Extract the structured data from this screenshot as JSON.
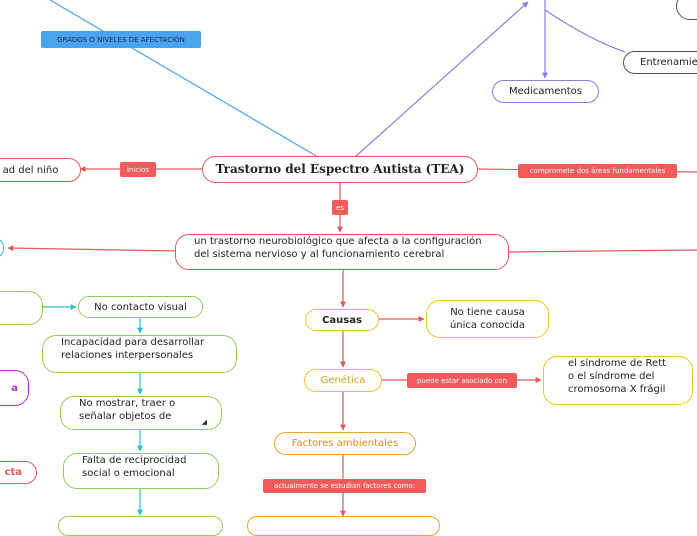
{
  "nodes": {
    "main": "Trastorno del Espectro Autista (TEA)",
    "definition_line1": "un trastorno neurobiológico que afecta a la configuración",
    "definition_line2": "del sistema nervioso y al funcionamiento cerebral",
    "causas": "Causas",
    "no_causa_line1": "No tiene causa",
    "no_causa_line2": "única conocida",
    "genetica": "Genética",
    "rett_line1": "el síndrome de Rett",
    "rett_line2": "o el síndrome del",
    "rett_line3": "cromosoma X frágil",
    "factores": "Factores ambientales",
    "medicamentos": "Medicamentos",
    "entrenamiento": "Entrenamie",
    "edad_nino": "ad del niño",
    "no_contacto": "No contacto visual",
    "incapacidad_line1": "Incapacidad para desarrollar",
    "incapacidad_line2": "relaciones interpersonales",
    "no_mostrar_line1": "No mostrar, traer o",
    "no_mostrar_line2": "señalar objetos de",
    "falta_line1": "Falta de reciprocidad",
    "falta_line2": "social o emocional",
    "cta": "cta",
    "a": "a"
  },
  "labels": {
    "grados": "GRADOS O NIVELES DE AFECTACIÓN",
    "inicios": "inicios",
    "compromete": "compromete dos áreas fundamentales",
    "es": "es",
    "puede": "puede estar asociado con",
    "actualmente": "actualmente se estudian factores como:"
  },
  "colors": {
    "red": "#e05a5a",
    "label_red": "#f25b5b",
    "label_blue": "#4aa3ee",
    "purple": "#8a7fe0",
    "green": "#8ecf5a",
    "teal": "#2bbfcf",
    "gold": "#f0c030",
    "orange": "#f0a030"
  }
}
